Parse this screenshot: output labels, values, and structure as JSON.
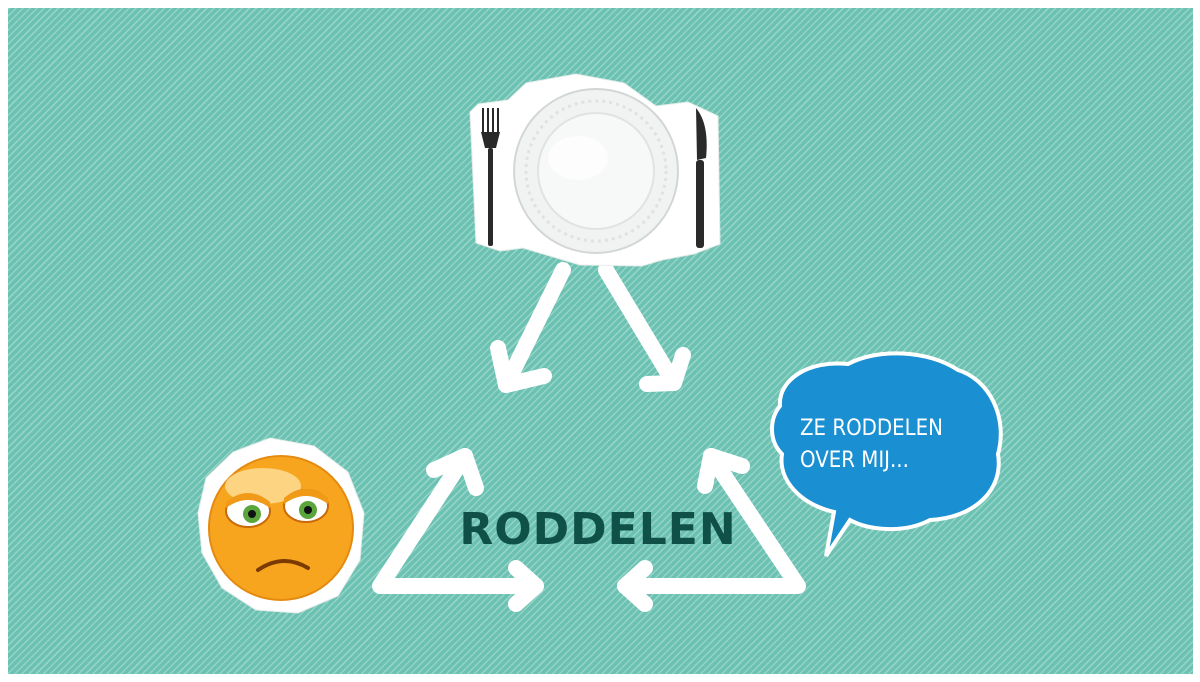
{
  "diagram": {
    "center_label": "RODDELEN",
    "speech_bubble": {
      "lines": [
        "ZE RODDELEN",
        "OVER MIJ..."
      ]
    },
    "nodes": [
      {
        "id": "plate",
        "icon": "plate-with-cutlery-icon"
      },
      {
        "id": "sad-face",
        "icon": "sad-emoji-icon"
      },
      {
        "id": "speech-bubble",
        "icon": "speech-bubble-icon"
      }
    ],
    "colors": {
      "background": "#6cc2b2",
      "stripes": "#ffffff",
      "label": "#0f5148",
      "bubble": "#1a8fd1",
      "arrows": "#ffffff",
      "emoji": "#f7a51e"
    }
  }
}
